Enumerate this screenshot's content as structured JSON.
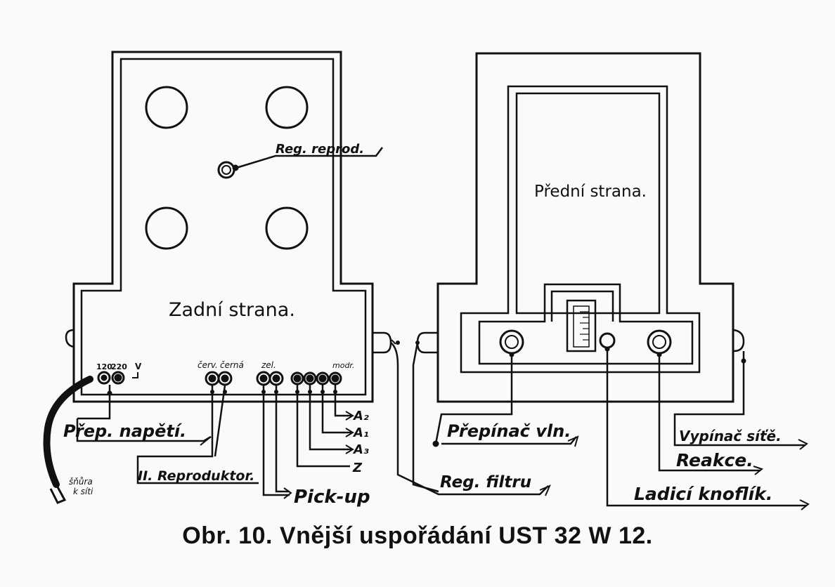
{
  "caption": "Obr. 10. Vnější uspořádání UST 32 W 12.",
  "rear": {
    "title": "Zadní strana.",
    "speaker_regulator": "Reg. reprod.",
    "voltage_labels": [
      "120",
      "220"
    ],
    "voltage_symbol": "V",
    "voltage_selector": "Přep. napětí.",
    "speaker_jacks": [
      "červ.",
      "černá"
    ],
    "second_speaker": "II. Reproduktor.",
    "green_label": "zel.",
    "blue_label": "modr.",
    "pickup": "Pick-up",
    "antenna_labels": [
      "A₂",
      "A₁",
      "A₃",
      "Z"
    ],
    "mains_cord": [
      "šňůra",
      "k síti"
    ]
  },
  "front": {
    "title": "Přední strana.",
    "wave_switch": "Přepínač vln.",
    "filter_regulator": "Reg. filtru",
    "power_switch": "Vypínač síťě.",
    "reaction": "Reakce.",
    "tuning_knob": "Ladicí knoflík."
  },
  "colors": {
    "ink": "#111111",
    "paper": "#fafafa"
  }
}
